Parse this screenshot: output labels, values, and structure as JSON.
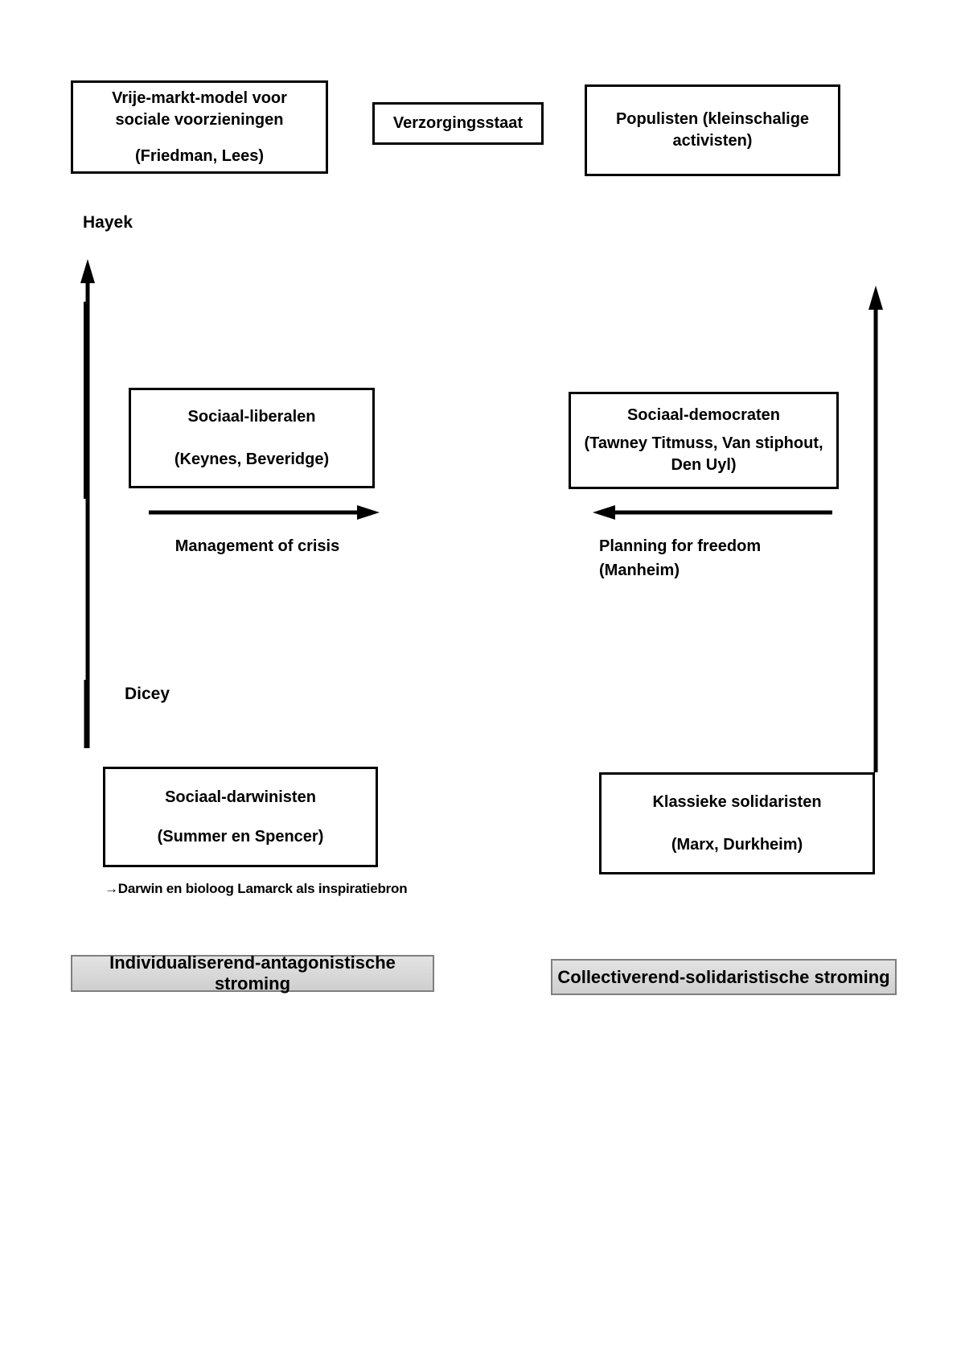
{
  "boxes": {
    "free_market": {
      "title": "Vrije-markt-model voor sociale voorzieningen",
      "names": "(Friedman, Lees)"
    },
    "welfare_state": {
      "title": "Verzorgingsstaat"
    },
    "populists": {
      "title": "Populisten (kleinschalige activisten)"
    },
    "social_liberals": {
      "title": "Sociaal-liberalen",
      "names": "(Keynes, Beveridge)"
    },
    "social_democrats": {
      "title": "Sociaal-democraten",
      "names": "(Tawney Titmuss, Van stiphout, Den Uyl)"
    },
    "social_darwinists": {
      "title": "Sociaal-darwinisten",
      "names": "(Summer en Spencer)"
    },
    "classic_solidarists": {
      "title": "Klassieke solidaristen",
      "names": "(Marx, Durkheim)"
    }
  },
  "labels": {
    "hayek": "Hayek",
    "dicey": "Dicey",
    "management_of_crisis": "Management of crisis",
    "planning_for_freedom": "Planning for freedom",
    "planning_author": "(Manheim)",
    "darwin_note": "→Darwin en bioloog Lamarck als inspiratiebron"
  },
  "streams": {
    "individualizing": "Individualiserend-antagonistische stroming",
    "collectivizing": "Collectiverend-solidaristische stroming"
  },
  "colors": {
    "background": "#ffffff",
    "text": "#000000",
    "box_border": "#000000",
    "arrow": "#000000",
    "stream_bg": "#d6d6d6",
    "stream_border": "#7f7f7f"
  }
}
